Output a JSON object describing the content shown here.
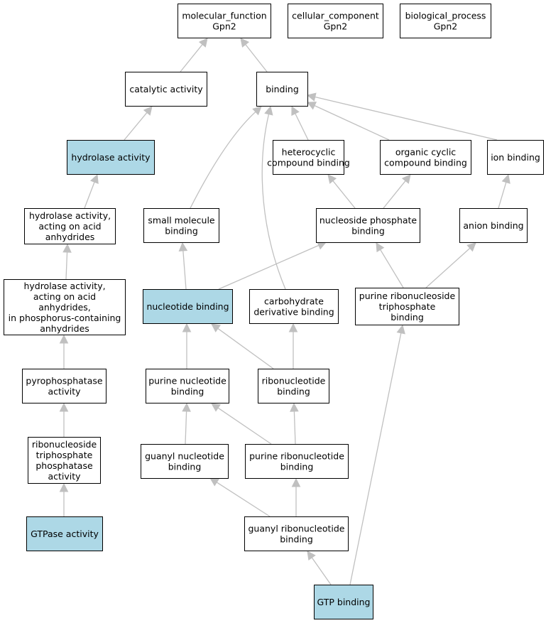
{
  "colors": {
    "highlight_fill": "#add8e6",
    "plain_fill": "#ffffff",
    "border": "#000000",
    "edge": "#c0c0c0"
  },
  "nodes": [
    {
      "id": "molecular_function",
      "lines": [
        "molecular_function",
        "Gpn2"
      ],
      "highlighted": false
    },
    {
      "id": "cellular_component",
      "lines": [
        "cellular_component",
        "Gpn2"
      ],
      "highlighted": false
    },
    {
      "id": "biological_process",
      "lines": [
        "biological_process",
        "Gpn2"
      ],
      "highlighted": false
    },
    {
      "id": "catalytic_activity",
      "lines": [
        "catalytic activity"
      ],
      "highlighted": false
    },
    {
      "id": "binding",
      "lines": [
        "binding"
      ],
      "highlighted": false
    },
    {
      "id": "hydrolase_activity",
      "lines": [
        "hydrolase activity"
      ],
      "highlighted": true
    },
    {
      "id": "heterocyclic_compound_binding",
      "lines": [
        "heterocyclic",
        "compound binding"
      ],
      "highlighted": false
    },
    {
      "id": "organic_cyclic_compound_binding",
      "lines": [
        "organic cyclic",
        "compound binding"
      ],
      "highlighted": false
    },
    {
      "id": "ion_binding",
      "lines": [
        "ion binding"
      ],
      "highlighted": false
    },
    {
      "id": "hydrolase_acid_anhydrides",
      "lines": [
        "hydrolase activity,",
        "acting on acid",
        "anhydrides"
      ],
      "highlighted": false
    },
    {
      "id": "small_molecule_binding",
      "lines": [
        "small molecule",
        "binding"
      ],
      "highlighted": false
    },
    {
      "id": "nucleoside_phosphate_binding",
      "lines": [
        "nucleoside phosphate",
        "binding"
      ],
      "highlighted": false
    },
    {
      "id": "anion_binding",
      "lines": [
        "anion binding"
      ],
      "highlighted": false
    },
    {
      "id": "hydrolase_phosphorus_anhydrides",
      "lines": [
        "hydrolase activity,",
        "acting on acid",
        "anhydrides,",
        "in phosphorus-containing",
        "anhydrides"
      ],
      "highlighted": false
    },
    {
      "id": "nucleotide_binding",
      "lines": [
        "nucleotide binding"
      ],
      "highlighted": true
    },
    {
      "id": "carbohydrate_derivative_binding",
      "lines": [
        "carbohydrate",
        "derivative binding"
      ],
      "highlighted": false
    },
    {
      "id": "purine_ribonucleoside_triphosphate_binding",
      "lines": [
        "purine ribonucleoside",
        "triphosphate",
        "binding"
      ],
      "highlighted": false
    },
    {
      "id": "pyrophosphatase_activity",
      "lines": [
        "pyrophosphatase",
        "activity"
      ],
      "highlighted": false
    },
    {
      "id": "purine_nucleotide_binding",
      "lines": [
        "purine nucleotide",
        "binding"
      ],
      "highlighted": false
    },
    {
      "id": "ribonucleotide_binding",
      "lines": [
        "ribonucleotide",
        "binding"
      ],
      "highlighted": false
    },
    {
      "id": "ribonucleoside_triphosphate_phosphatase",
      "lines": [
        "ribonucleoside",
        "triphosphate",
        "phosphatase",
        "activity"
      ],
      "highlighted": false
    },
    {
      "id": "guanyl_nucleotide_binding",
      "lines": [
        "guanyl nucleotide",
        "binding"
      ],
      "highlighted": false
    },
    {
      "id": "purine_ribonucleotide_binding",
      "lines": [
        "purine ribonucleotide",
        "binding"
      ],
      "highlighted": false
    },
    {
      "id": "gtpase_activity",
      "lines": [
        "GTPase activity"
      ],
      "highlighted": true
    },
    {
      "id": "guanyl_ribonucleotide_binding",
      "lines": [
        "guanyl ribonucleotide",
        "binding"
      ],
      "highlighted": false
    },
    {
      "id": "gtp_binding",
      "lines": [
        "GTP binding"
      ],
      "highlighted": true
    }
  ],
  "edges": [
    {
      "from": "catalytic_activity",
      "to": "molecular_function"
    },
    {
      "from": "binding",
      "to": "molecular_function"
    },
    {
      "from": "hydrolase_activity",
      "to": "catalytic_activity"
    },
    {
      "from": "small_molecule_binding",
      "to": "binding"
    },
    {
      "from": "carbohydrate_derivative_binding",
      "to": "binding"
    },
    {
      "from": "heterocyclic_compound_binding",
      "to": "binding"
    },
    {
      "from": "organic_cyclic_compound_binding",
      "to": "binding"
    },
    {
      "from": "ion_binding",
      "to": "binding"
    },
    {
      "from": "hydrolase_acid_anhydrides",
      "to": "hydrolase_activity"
    },
    {
      "from": "nucleoside_phosphate_binding",
      "to": "heterocyclic_compound_binding"
    },
    {
      "from": "nucleoside_phosphate_binding",
      "to": "organic_cyclic_compound_binding"
    },
    {
      "from": "anion_binding",
      "to": "ion_binding"
    },
    {
      "from": "hydrolase_phosphorus_anhydrides",
      "to": "hydrolase_acid_anhydrides"
    },
    {
      "from": "nucleotide_binding",
      "to": "small_molecule_binding"
    },
    {
      "from": "nucleotide_binding",
      "to": "nucleoside_phosphate_binding"
    },
    {
      "from": "purine_ribonucleoside_triphosphate_binding",
      "to": "nucleoside_phosphate_binding"
    },
    {
      "from": "purine_ribonucleoside_triphosphate_binding",
      "to": "anion_binding"
    },
    {
      "from": "pyrophosphatase_activity",
      "to": "hydrolase_phosphorus_anhydrides"
    },
    {
      "from": "purine_nucleotide_binding",
      "to": "nucleotide_binding"
    },
    {
      "from": "ribonucleotide_binding",
      "to": "nucleotide_binding"
    },
    {
      "from": "ribonucleotide_binding",
      "to": "carbohydrate_derivative_binding"
    },
    {
      "from": "ribonucleoside_triphosphate_phosphatase",
      "to": "pyrophosphatase_activity"
    },
    {
      "from": "guanyl_nucleotide_binding",
      "to": "purine_nucleotide_binding"
    },
    {
      "from": "purine_ribonucleotide_binding",
      "to": "purine_nucleotide_binding"
    },
    {
      "from": "purine_ribonucleotide_binding",
      "to": "ribonucleotide_binding"
    },
    {
      "from": "gtpase_activity",
      "to": "ribonucleoside_triphosphate_phosphatase"
    },
    {
      "from": "guanyl_ribonucleotide_binding",
      "to": "guanyl_nucleotide_binding"
    },
    {
      "from": "guanyl_ribonucleotide_binding",
      "to": "purine_ribonucleotide_binding"
    },
    {
      "from": "gtp_binding",
      "to": "guanyl_ribonucleotide_binding"
    },
    {
      "from": "gtp_binding",
      "to": "purine_ribonucleoside_triphosphate_binding"
    }
  ]
}
